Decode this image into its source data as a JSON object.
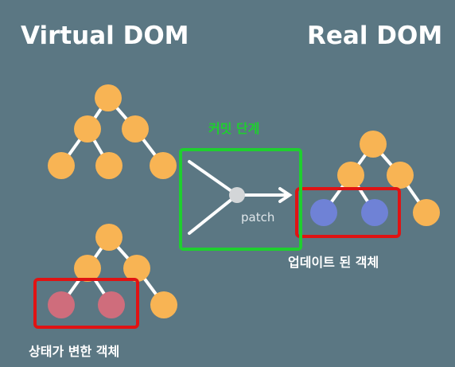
{
  "titles": {
    "virtual_dom": "Virtual DOM",
    "real_dom": "Real DOM"
  },
  "labels": {
    "commit_phase": "커밋 단계",
    "patch": "patch",
    "updated_objects": "업데이트 된 객체",
    "changed_objects": "상태가 변한 객체"
  },
  "colors": {
    "background": "#5b7783",
    "node_default": "#f8b454",
    "node_changed": "#cf6d7c",
    "node_updated": "#6f82d6",
    "highlight_red": "#e01313",
    "highlight_green": "#1fcf2f",
    "edge": "#ffffff",
    "patch_dot": "#d3d6d8"
  }
}
